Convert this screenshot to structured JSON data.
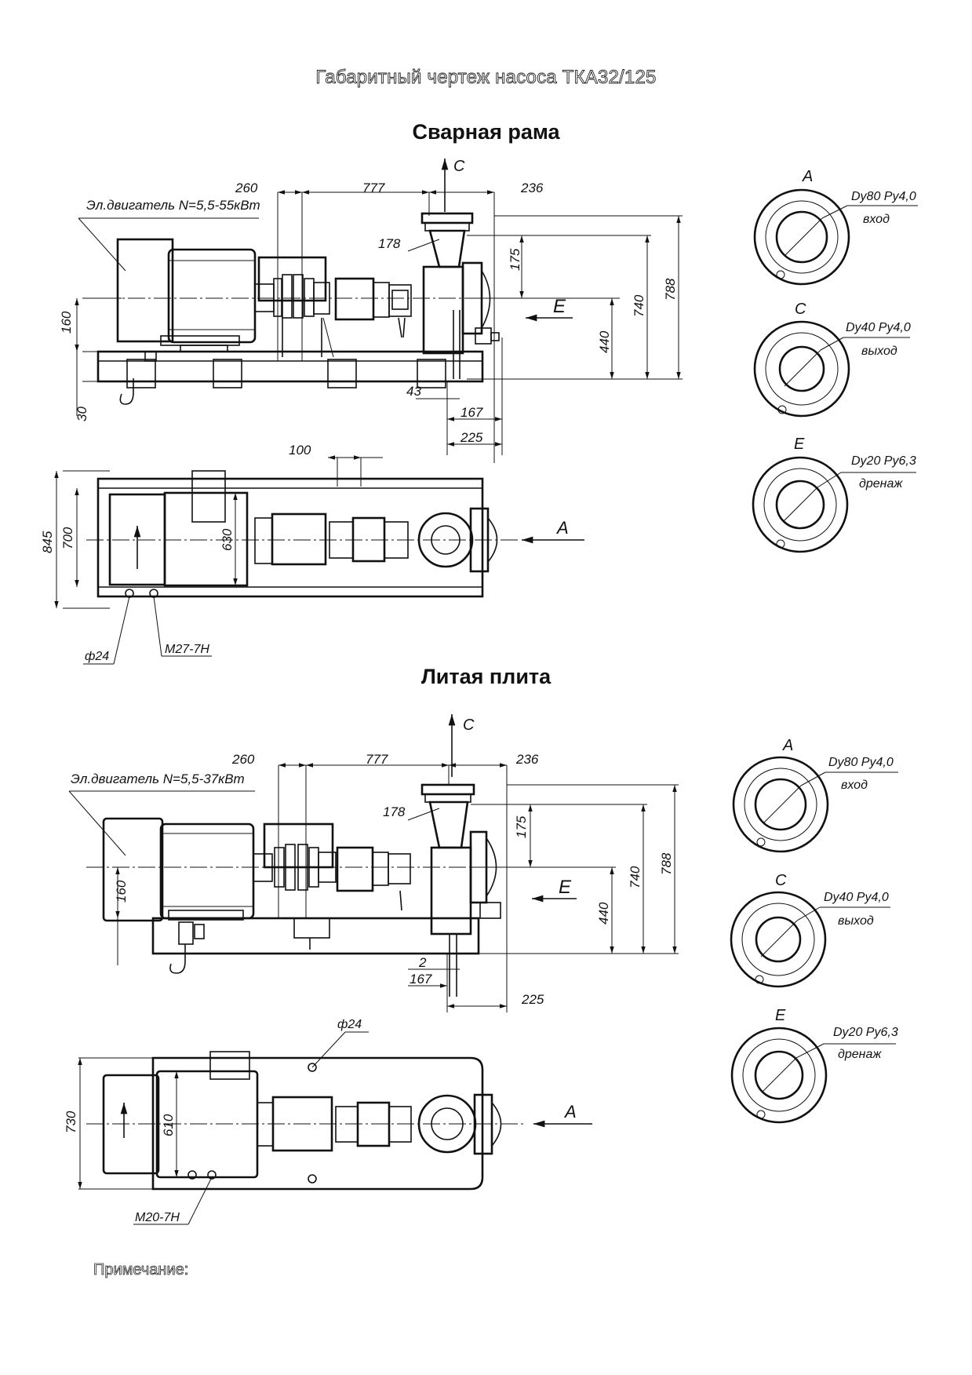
{
  "title": "Габаритный чертеж насоса ТКА32/125",
  "note_label": "Примечание:",
  "sections": [
    {
      "title": "Сварная рама",
      "motor_label": "Эл.двигатель N=5,5-55кВт",
      "view_marks": {
        "top": "C",
        "side": "E",
        "front": "A"
      },
      "side_dims": {
        "d260": "260",
        "d777": "777",
        "d236": "236",
        "d178": "178",
        "d175": "175",
        "d160": "160",
        "d30": "30",
        "d43": "43",
        "d167": "167",
        "d225": "225",
        "d440": "440",
        "d740": "740",
        "d788": "788"
      },
      "plan_dims": {
        "d100": "100",
        "d845": "845",
        "d700": "700",
        "d630": "630",
        "hole": "ф24",
        "thread": "М27-7Н"
      },
      "flanges": [
        {
          "mark": "A",
          "size": "Dy80 Py4,0",
          "name": "вход"
        },
        {
          "mark": "C",
          "size": "Dy40 Py4,0",
          "name": "выход"
        },
        {
          "mark": "E",
          "size": "Dy20 Py6,3",
          "name": "дренаж"
        }
      ]
    },
    {
      "title": "Литая плита",
      "motor_label": "Эл.двигатель N=5,5-37кВт",
      "view_marks": {
        "top": "C",
        "side": "E",
        "front": "A"
      },
      "side_dims": {
        "d260": "260",
        "d777": "777",
        "d236": "236",
        "d178": "178",
        "d175": "175",
        "d160": "160",
        "d2": "2",
        "d167": "167",
        "d225": "225",
        "d440": "440",
        "d740": "740",
        "d788": "788"
      },
      "plan_dims": {
        "d730": "730",
        "d610": "610",
        "hole": "ф24",
        "thread": "М20-7Н"
      },
      "flanges": [
        {
          "mark": "A",
          "size": "Dy80 Py4,0",
          "name": "вход"
        },
        {
          "mark": "C",
          "size": "Dy40 Py4,0",
          "name": "выход"
        },
        {
          "mark": "E",
          "size": "Dy20 Py6,3",
          "name": "дренаж"
        }
      ]
    }
  ]
}
